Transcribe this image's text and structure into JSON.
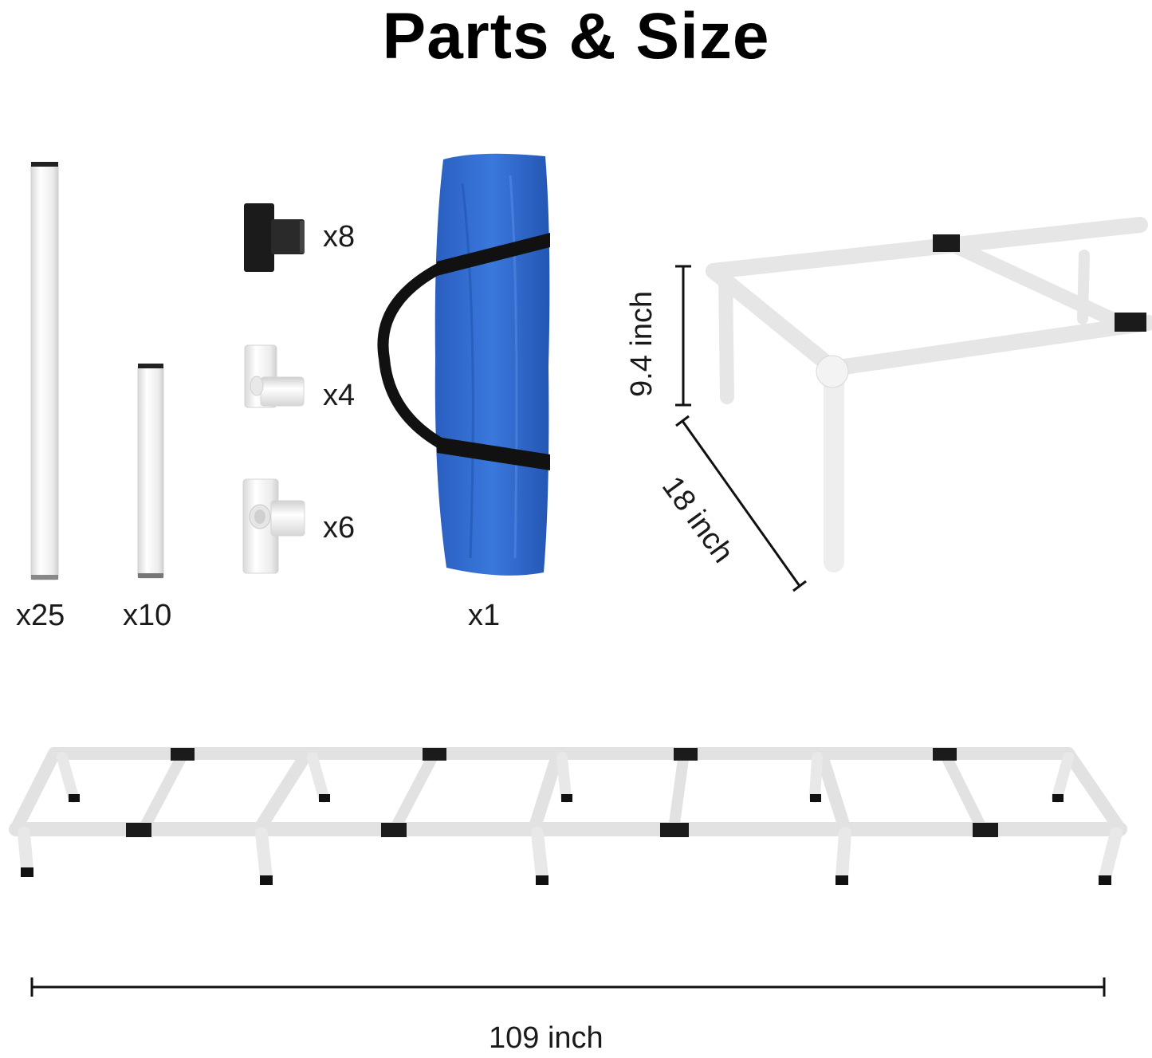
{
  "title": "Parts & Size",
  "parts": {
    "long_pipe_qty": "x25",
    "short_pipe_qty": "x10",
    "tee_black_qty": "x8",
    "elbow_qty": "x4",
    "four_way_qty": "x6",
    "bag_qty": "x1"
  },
  "dimensions": {
    "height": "9.4 inch",
    "depth": "18 inch",
    "length": "109 inch"
  },
  "colors": {
    "pipe": "#f2f2f2",
    "fitting_black": "#1b1b1b",
    "bag_blue": "#2f6ad0"
  }
}
